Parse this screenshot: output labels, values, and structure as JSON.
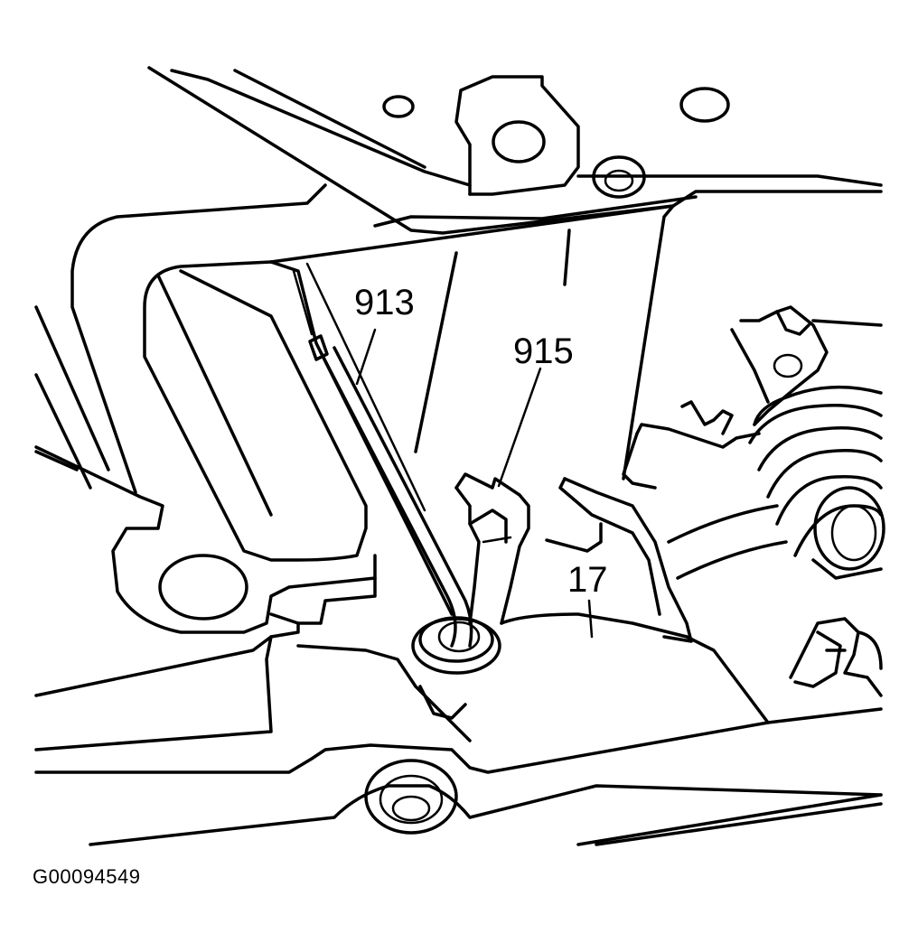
{
  "diagram": {
    "callouts": [
      {
        "id": "callout-913",
        "label": "913"
      },
      {
        "id": "callout-915",
        "label": "915"
      },
      {
        "id": "callout-17",
        "label": "17"
      }
    ],
    "figure_id": "G00094549"
  }
}
